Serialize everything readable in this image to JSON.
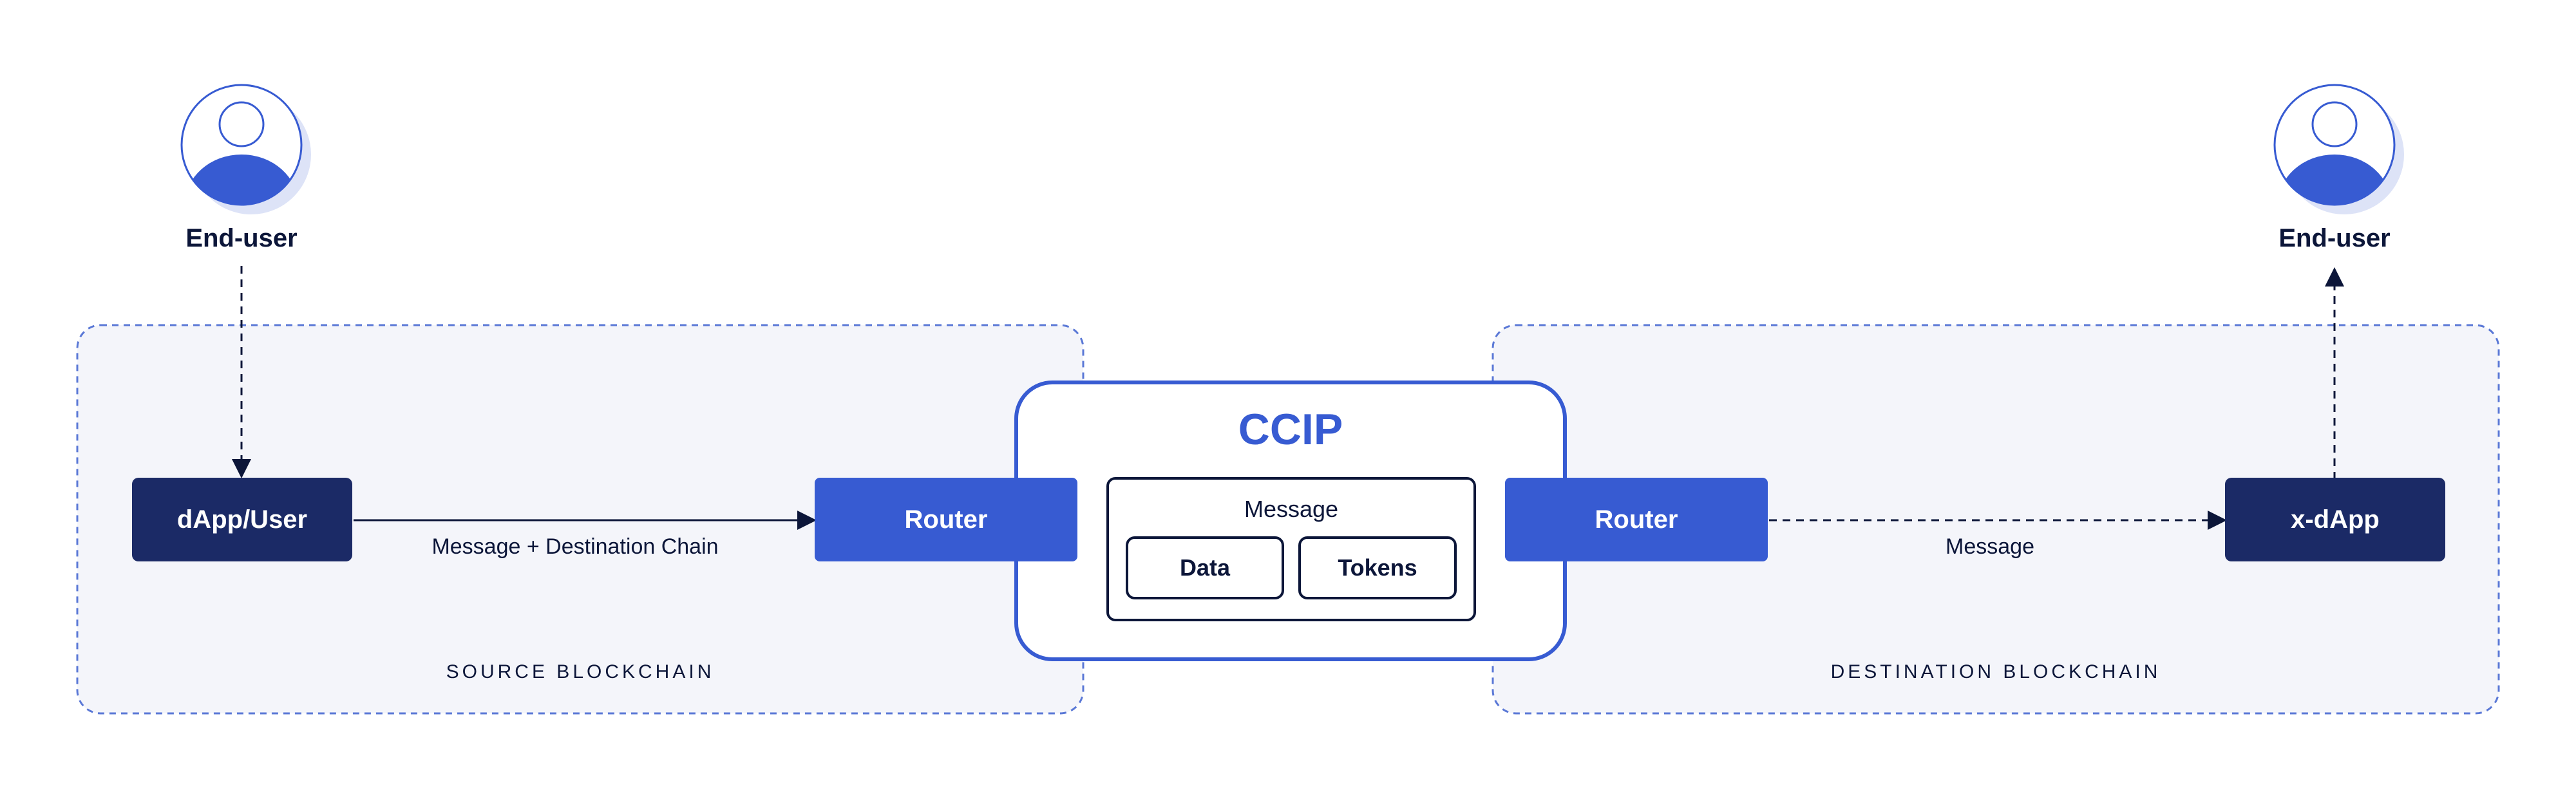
{
  "source_chain": {
    "end_user": "End-user",
    "dapp": "dApp/User",
    "router": "Router",
    "edge_label": "Message + Destination Chain",
    "zone_label": "SOURCE BLOCKCHAIN"
  },
  "ccip": {
    "title": "CCIP",
    "message_title": "Message",
    "data_label": "Data",
    "tokens_label": "Tokens"
  },
  "destination_chain": {
    "router": "Router",
    "xdapp": "x-dApp",
    "edge_label": "Message",
    "end_user": "End-user",
    "zone_label": "DESTINATION BLOCKCHAIN"
  },
  "colors": {
    "zone_fill": "#f4f5fa",
    "zone_border": "#5a78d6",
    "navy": "#1b2a66",
    "router_blue": "#375bd2",
    "ccip_border": "#375bd2",
    "text_dark": "#0c1639",
    "avatar_shadow": "#dde3f7"
  }
}
